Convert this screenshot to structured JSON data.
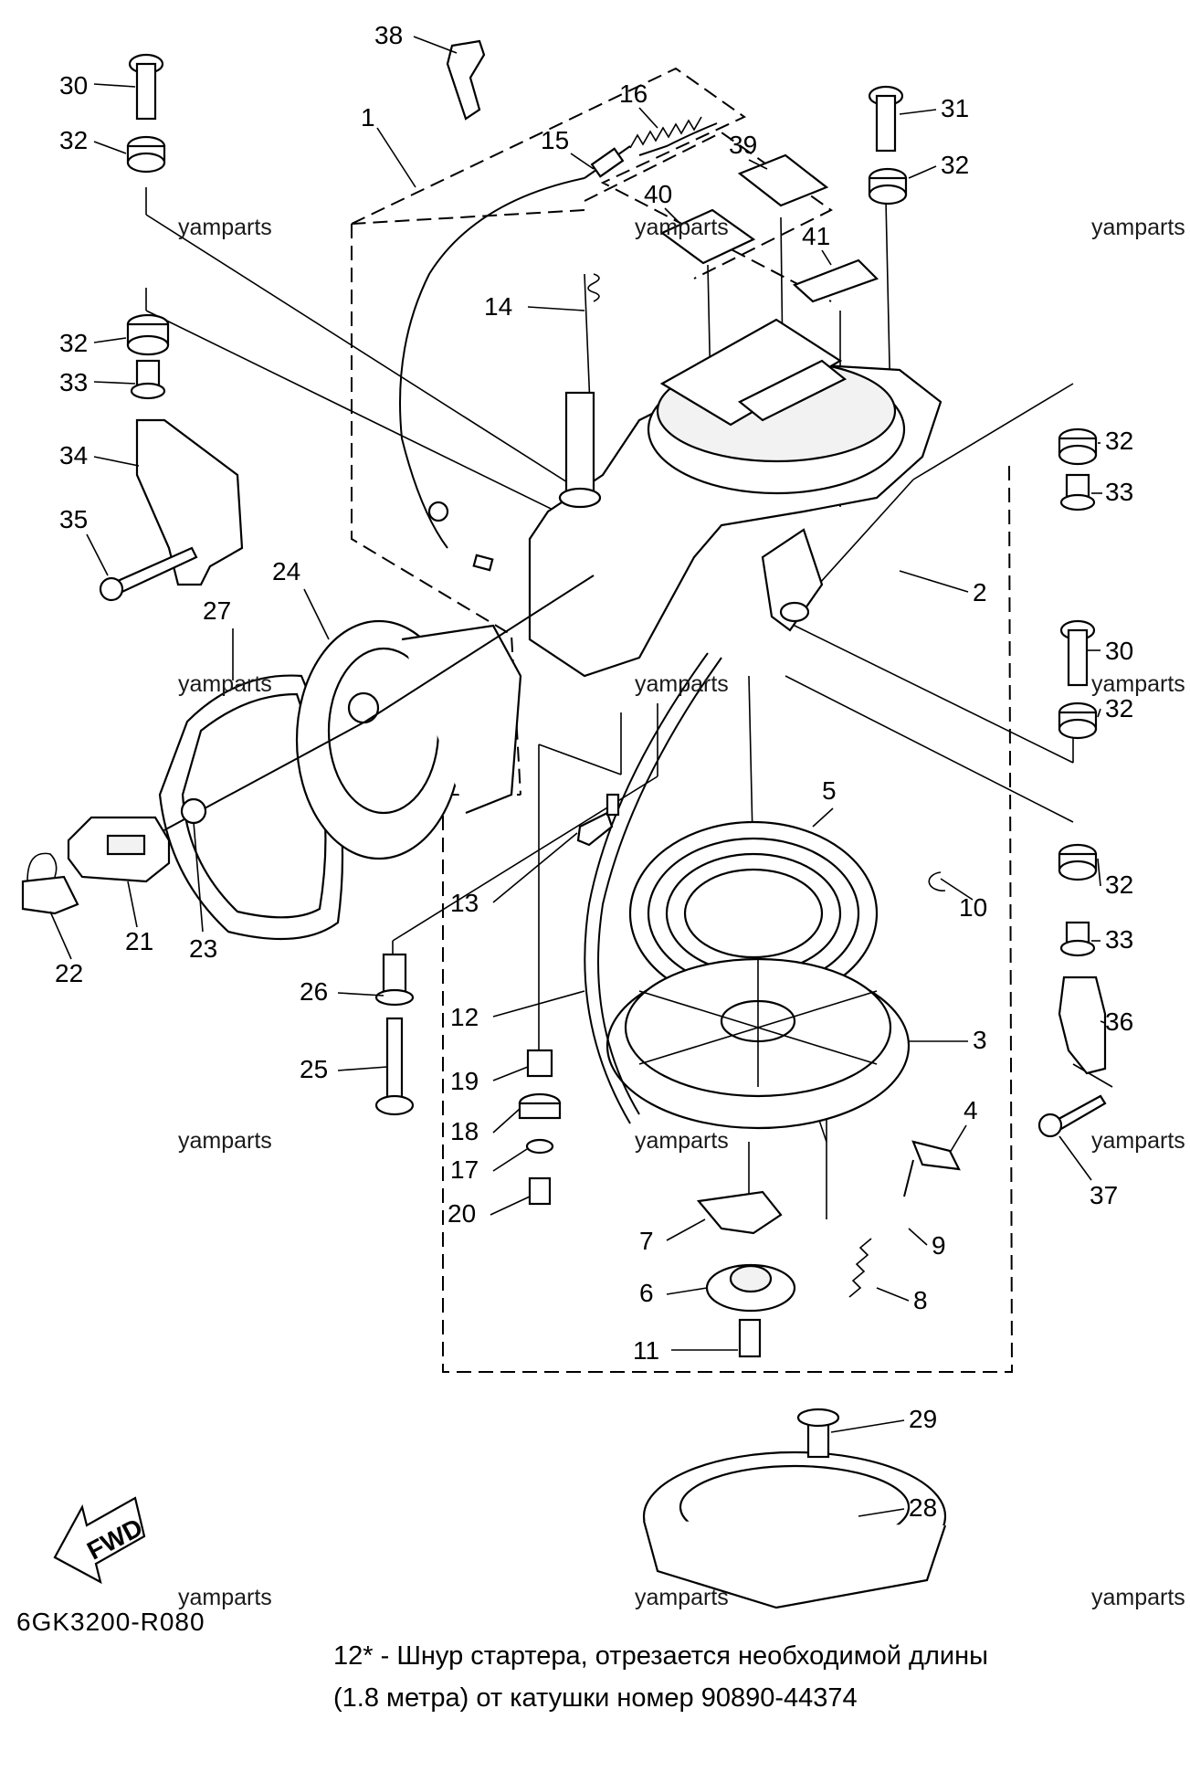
{
  "callouts": {
    "c1": "1",
    "c2": "2",
    "c3": "3",
    "c4": "4",
    "c5": "5",
    "c6": "6",
    "c7": "7",
    "c8": "8",
    "c9": "9",
    "c10": "10",
    "c11": "11",
    "c12": "12",
    "c13": "13",
    "c14": "14",
    "c15": "15",
    "c16": "16",
    "c17": "17",
    "c18": "18",
    "c19": "19",
    "c20": "20",
    "c21": "21",
    "c22": "22",
    "c23": "23",
    "c24": "24",
    "c25": "25",
    "c26": "26",
    "c27": "27",
    "c28": "28",
    "c29": "29",
    "c30a": "30",
    "c30b": "30",
    "c31": "31",
    "c32a": "32",
    "c32b": "32",
    "c32c": "32",
    "c32d": "32",
    "c32e": "32",
    "c32f": "32",
    "c33a": "33",
    "c33b": "33",
    "c33c": "33",
    "c34": "34",
    "c35": "35",
    "c36": "36",
    "c37": "37",
    "c38": "38",
    "c39": "39",
    "c40": "40",
    "c41": "41"
  },
  "watermark": "yamparts",
  "fwd_label": "FWD",
  "diagram_code": "6GK3200-R080",
  "note_line1": "12* - Шнур стартера, отрезается необходимой длины",
  "note_line2": "(1.8 метра) от катушки номер 90890-44374"
}
